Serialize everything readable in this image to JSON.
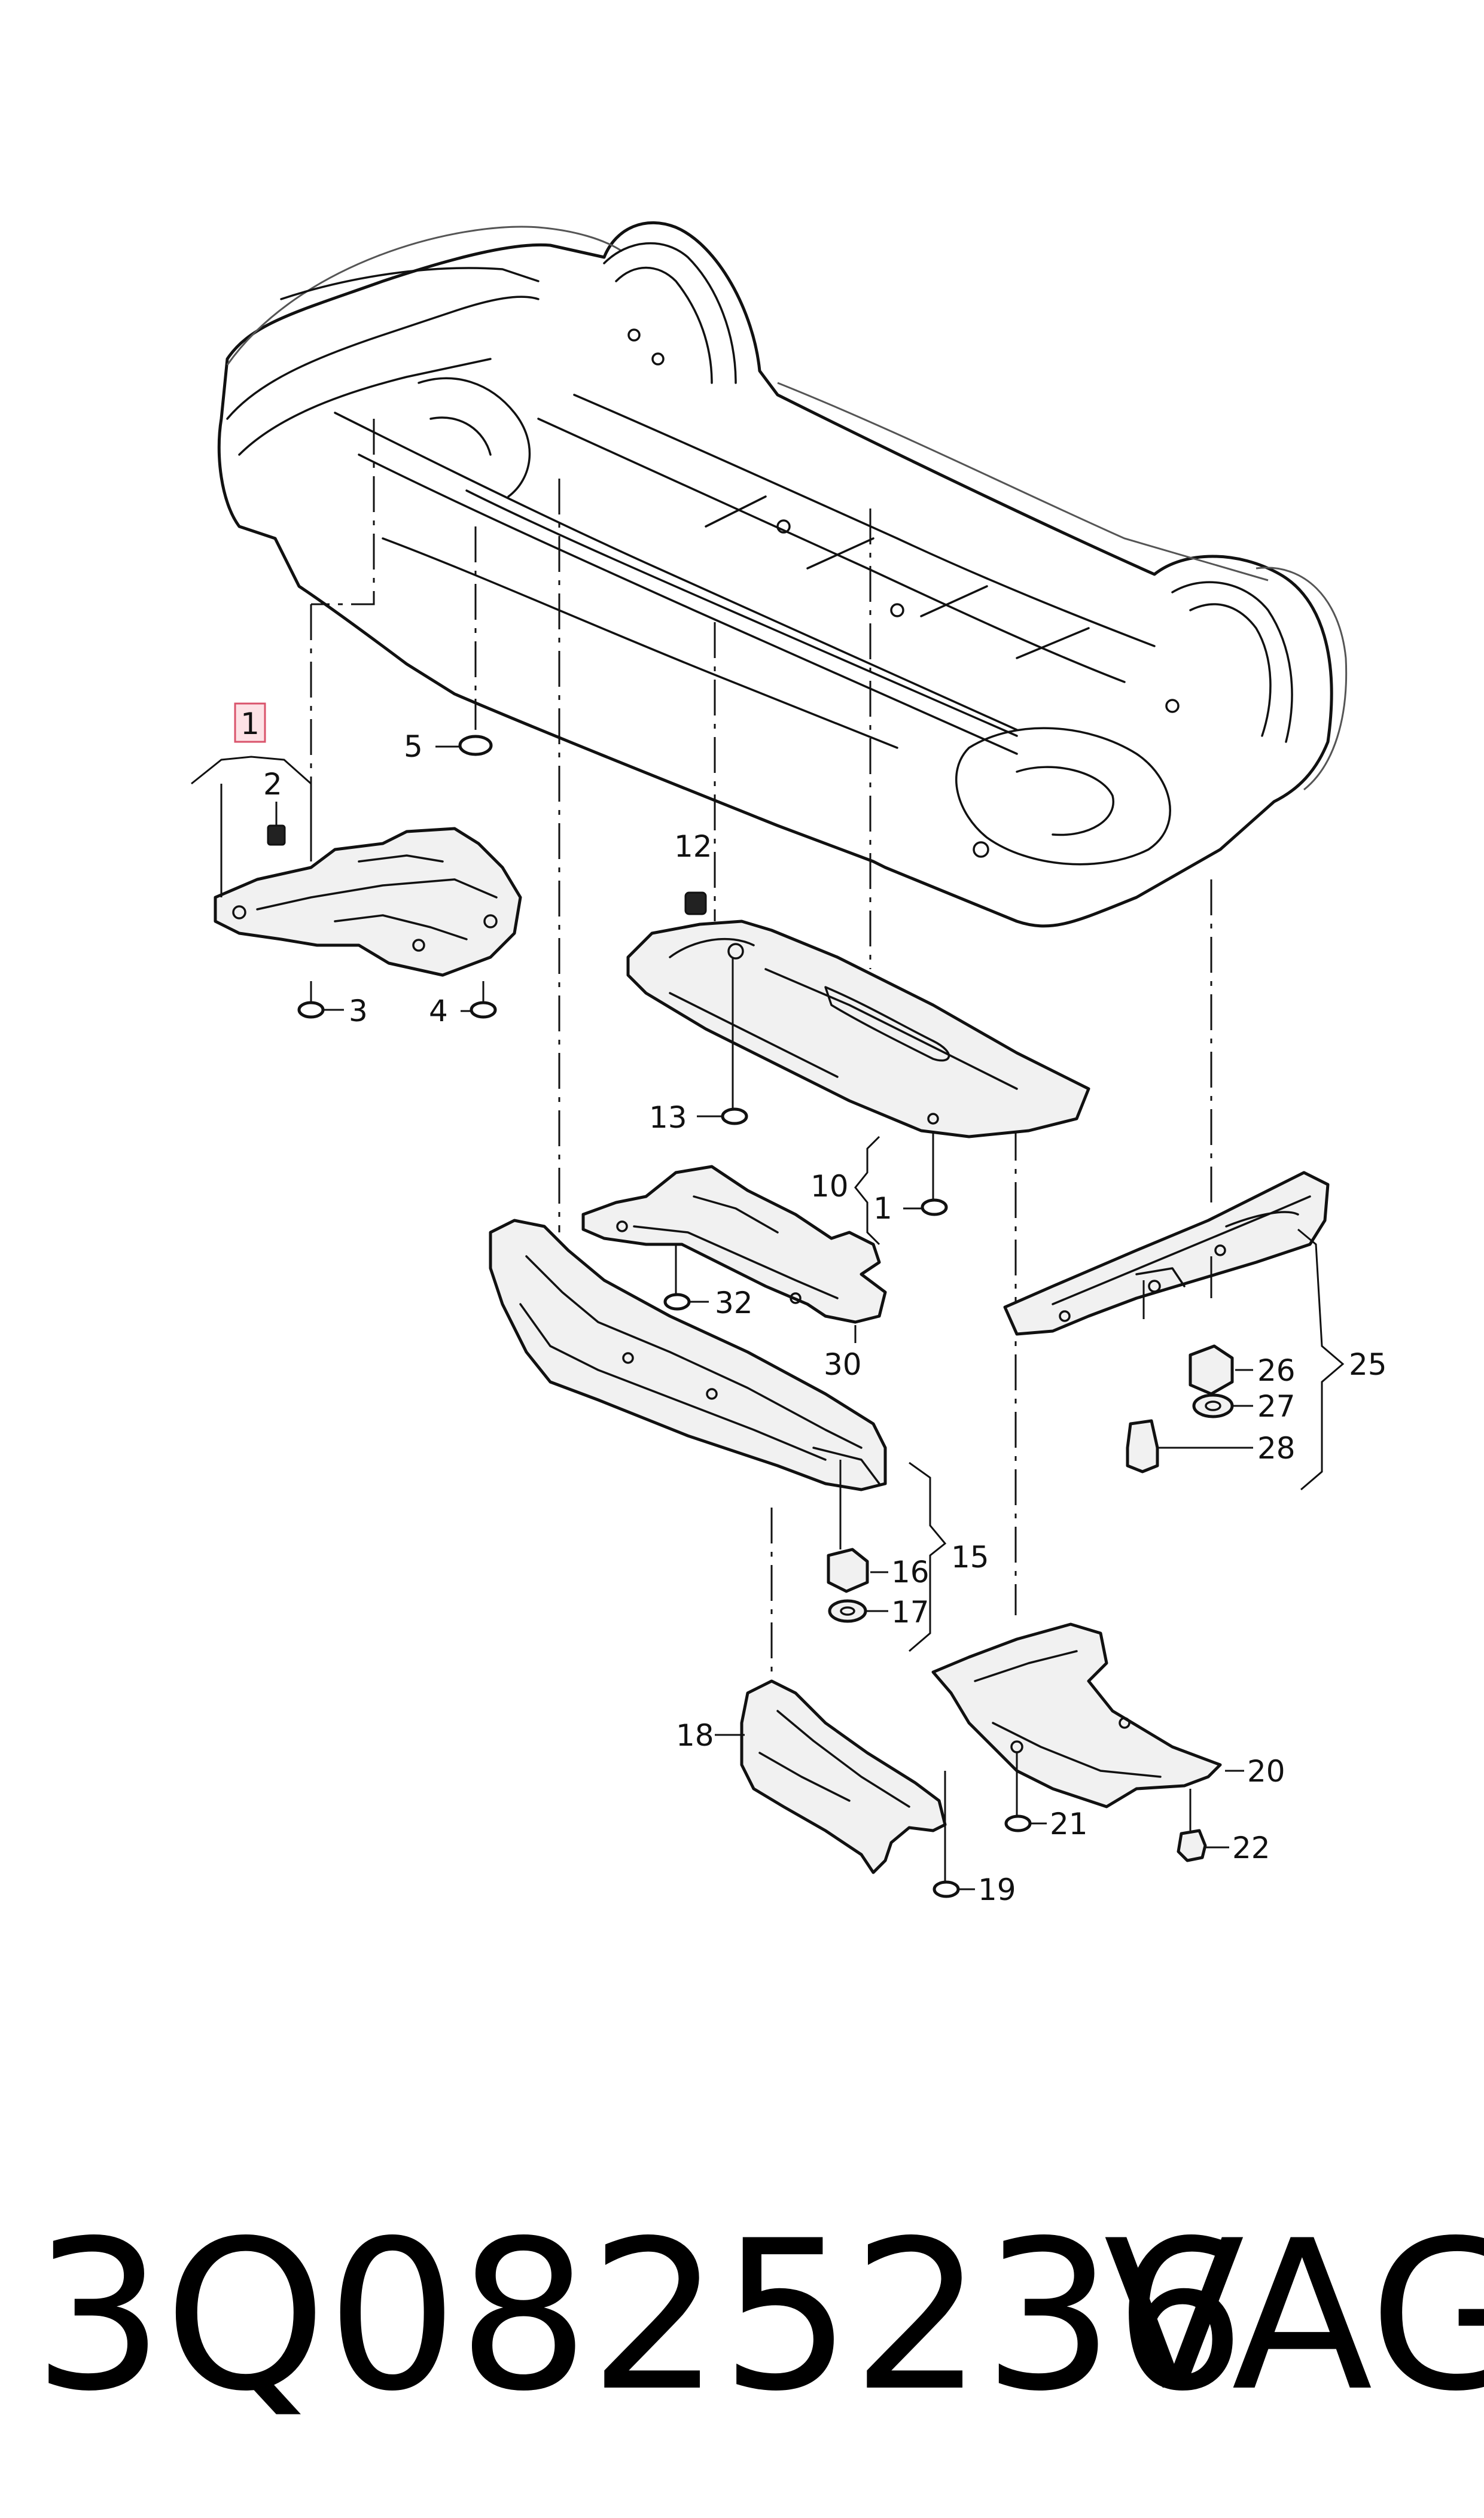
{
  "callouts": {
    "c1": "1",
    "c2": "2",
    "c3": "3",
    "c4": "4",
    "c5": "5",
    "c10": "10",
    "c1b": "1",
    "c12": "12",
    "c13": "13",
    "c15": "15",
    "c16": "16",
    "c17": "17",
    "c18": "18",
    "c19": "19",
    "c20": "20",
    "c21": "21",
    "c22": "22",
    "c25": "25",
    "c26": "26",
    "c27": "27",
    "c28": "28",
    "c30": "30",
    "c32": "32"
  },
  "footer": {
    "part_number": "3Q0825236",
    "brand": "VAG"
  },
  "colors": {
    "line": "#111111",
    "highlight_fill": "#fde2e6",
    "highlight_border": "#d9536b"
  }
}
